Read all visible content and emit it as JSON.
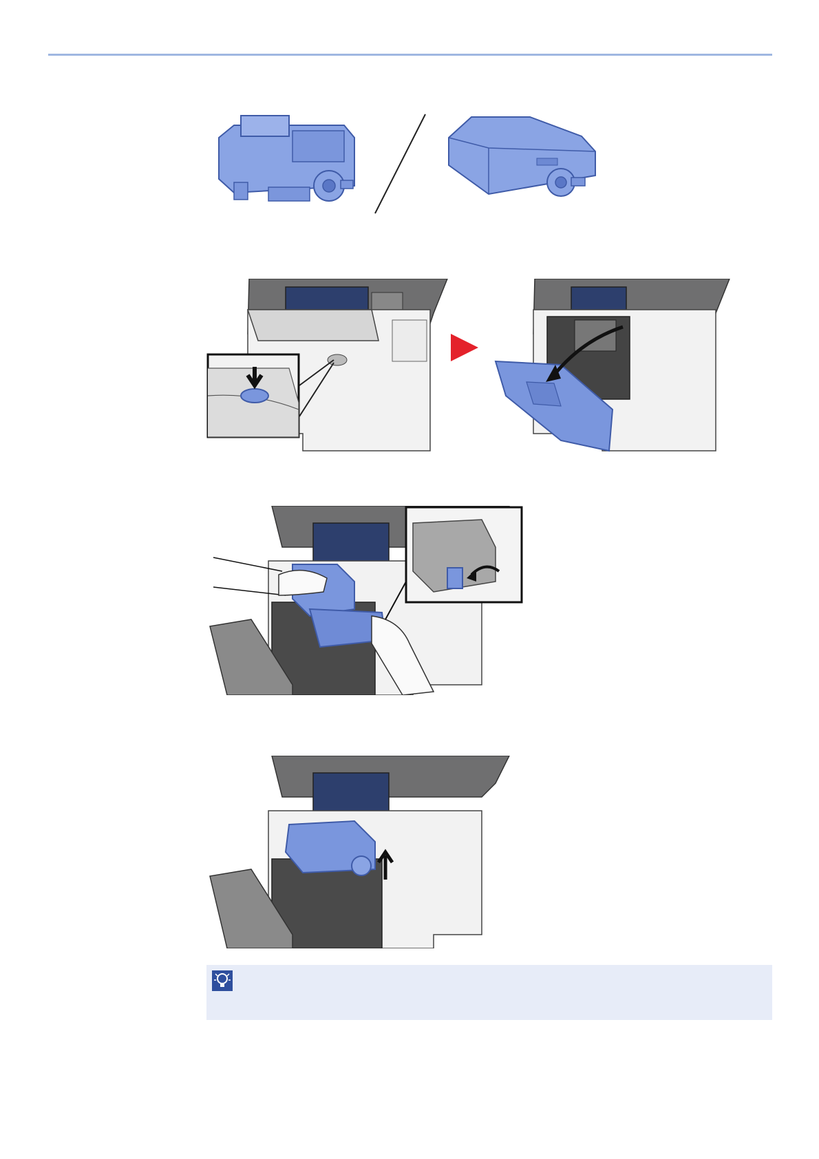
{
  "page": {
    "header_rule_color": "#9fb7e1",
    "toner_blue": "#7a96dd",
    "toner_blue_dark": "#3f5ba8",
    "arrow_red": "#e4222b",
    "note_bg": "#e7ecf8"
  },
  "figures": [
    {
      "name": "toner-container-types"
    },
    {
      "name": "open-front-cover"
    },
    {
      "name": "remove-toner-container"
    },
    {
      "name": "install-toner-container"
    }
  ],
  "note": {
    "icon": "lightbulb-note-icon",
    "text": ""
  }
}
